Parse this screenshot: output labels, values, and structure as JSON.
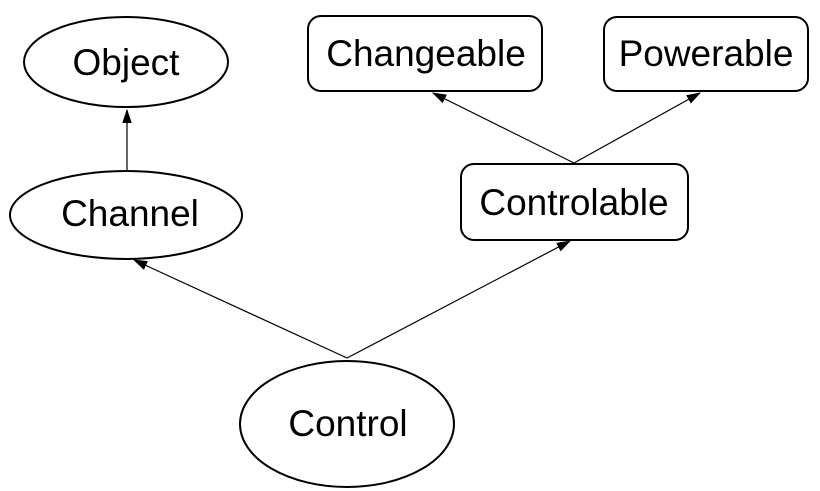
{
  "diagram": {
    "type": "node-edge-hierarchy-diagram",
    "background_color": "#ffffff",
    "shape_fill_color": "#ffffff",
    "shape_stroke_color": "#000000",
    "text_color": "#000000",
    "nodes": {
      "object": {
        "label": "Object",
        "shape": "ellipse"
      },
      "channel": {
        "label": "Channel",
        "shape": "ellipse"
      },
      "control": {
        "label": "Control",
        "shape": "ellipse"
      },
      "changeable": {
        "label": "Changeable",
        "shape": "rounded-rectangle"
      },
      "powerable": {
        "label": "Powerable",
        "shape": "rounded-rectangle"
      },
      "controlable": {
        "label": "Controlable",
        "shape": "rounded-rectangle"
      }
    },
    "edges": [
      {
        "from": "Channel",
        "to": "Object",
        "arrowhead_at": "Object"
      },
      {
        "from": "Control",
        "to": "Channel",
        "arrowhead_at": "Channel"
      },
      {
        "from": "Control",
        "to": "Controlable",
        "arrowhead_at": "Controlable"
      },
      {
        "from": "Controlable",
        "to": "Changeable",
        "arrowhead_at": "Changeable"
      },
      {
        "from": "Controlable",
        "to": "Powerable",
        "arrowhead_at": "Powerable"
      }
    ]
  }
}
